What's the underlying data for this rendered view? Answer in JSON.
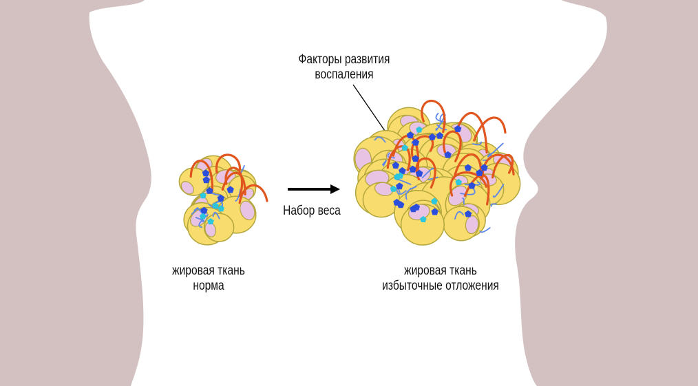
{
  "labels": {
    "factors": [
      "Факторы развития",
      "воспаления"
    ],
    "arrow_label": "Набор веса",
    "normal": [
      "жировая ткань",
      "норма"
    ],
    "excess": [
      "жировая ткань",
      "избыточные отложения"
    ]
  },
  "colors": {
    "silhouette": "#d3c1c1",
    "cell_fill": "#f8dc6e",
    "cell_stroke": "#b2a63c",
    "nucleus": "#e9c3e3",
    "fiber": "#e0561e",
    "vessel": "#5b86ea",
    "factor_dark": "#2b4fdc",
    "factor_light": "#2cc6df"
  }
}
